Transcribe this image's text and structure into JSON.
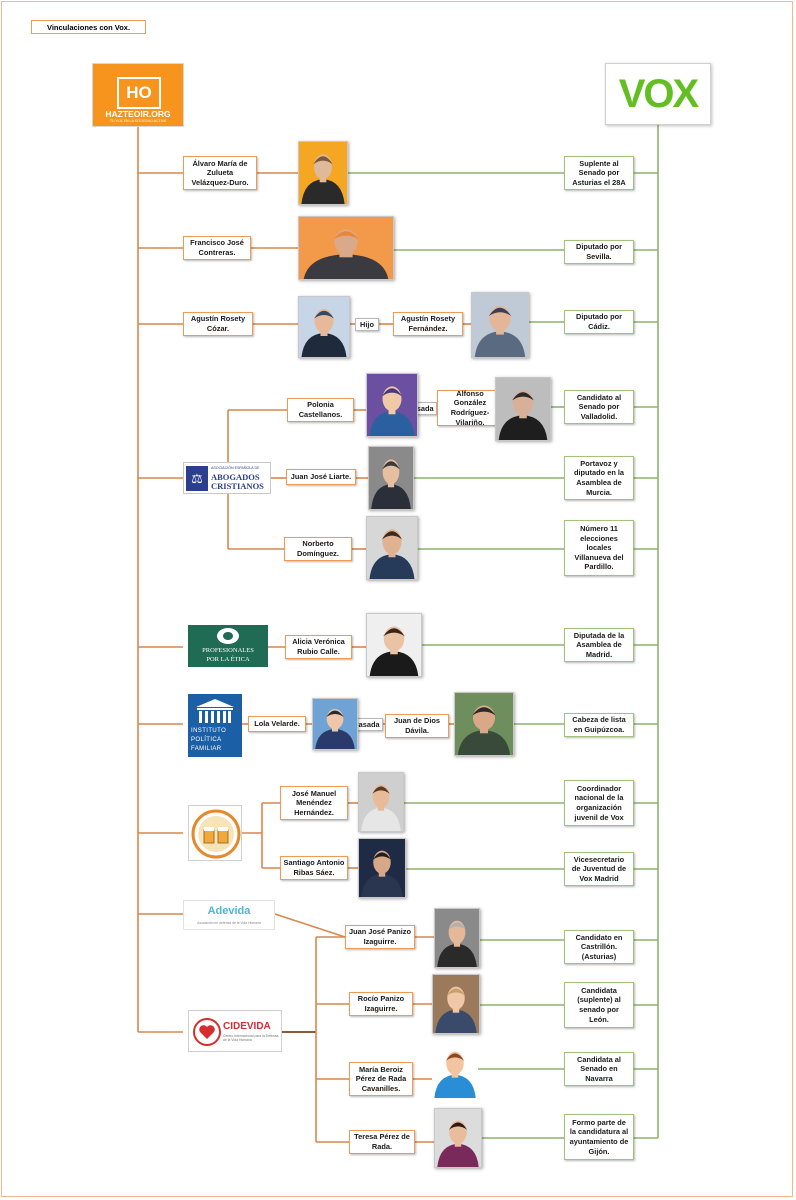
{
  "title": "Vinculaciones con Vox.",
  "logos": {
    "hazteoir": {
      "mark": "HO",
      "name": "HAZTEOIR.ORG",
      "tagline": "TU VOZ EN LA SOCIEDAD ACTIVA",
      "color": "#f7941d"
    },
    "vox": {
      "name": "VOX",
      "color": "#63be21"
    },
    "abogados": {
      "top": "ASOCIACIÓN ESPAÑOLA DE",
      "line1": "ABOGADOS",
      "line2": "CRISTIANOS",
      "color": "#2b3f8f"
    },
    "profesionales": {
      "line1": "PROFESIONALES",
      "line2": "POR LA ÉTICA",
      "color": "#1f6b53"
    },
    "ipf": {
      "line1": "INSTITUTO",
      "line2": "POLÍTICA",
      "line3": "FAMILIAR",
      "color": "#1b5fa6"
    },
    "adevida": {
      "name": "Adevida",
      "tagline": "Asociación en defensa de la Vida Humana",
      "color": "#4fb6d6"
    },
    "cidevida": {
      "name": "CIDEVIDA",
      "tagline": "Centro Internacional para la Defensa de la Vida Humana",
      "color": "#d42e2e"
    }
  },
  "people": {
    "alvaro": "Álvaro María de\nZulueta\nVelázquez-Duro.",
    "francisco": "Francisco José\nContreras.",
    "agustin_c": "Agustín Rosety\nCózar.",
    "hijo": "Hijo",
    "agustin_f": "Agustín Rosety\nFernández.",
    "polonia": "Polonia\nCastellanos.",
    "casada_1": "Casada",
    "alfonso": "Alfonso González\nRodríguez-\nVilariño.",
    "liarte": "Juan José Liarte.",
    "norberto": "Norberto\nDomínguez.",
    "alicia": "Alicia Verónica\nRubio Calle.",
    "lola": "Lola Velarde.",
    "casada_2": "Casada",
    "juandedios": "Juan de Dios\nDávila.",
    "jose_manuel": "José Manuel\nMenéndez\nHernández.",
    "santiago": "Santiago Antonio\nRibas Sáez.",
    "panizo_jj": "Juan José Panizo\nIzaguirre.",
    "rocio": "Rocío Panizo\nIzaguirre.",
    "maria": "María Beroiz\nPérez de Rada\nCavanilles.",
    "teresa": "Teresa Pérez de\nRada."
  },
  "roles": {
    "r1": "Suplente al\nSenado por\nAsturias el 28A",
    "r2": "Diputado por\nSevilla.",
    "r3": "Diputado por\nCádiz.",
    "r4": "Candidato al\nSenado por\nValladolid.",
    "r5": "Portavoz y\ndiputado en la\nAsamblea de\nMurcia.",
    "r6": "Número 11\nelecciones\nlocales\nVillanueva del\nPardillo.",
    "r7": "Diputada de la\nAsamblea de\nMadrid.",
    "r8": "Cabeza de lista\nen Guipúzcoa.",
    "r9": "Coordinador\nnacional de la\norganización\njuvenil de Vox",
    "r10": "Vicesecretario\nde Juventud de\nVox Madrid",
    "r11": "Candidato en\nCastrillón.\n(Asturias)",
    "r12": "Candidata\n(suplente) al\nsenado por\nLeón.",
    "r13": "Candidata al\nSenado en\nNavarra",
    "r14": "Formo parte de\nla candidatura al\nayuntamiento de\nGijón."
  },
  "colors": {
    "orange_line": "#d9874d",
    "green_line": "#8db36c",
    "brown_line": "#8a5a3a",
    "purple_line": "#8a2a8f"
  }
}
